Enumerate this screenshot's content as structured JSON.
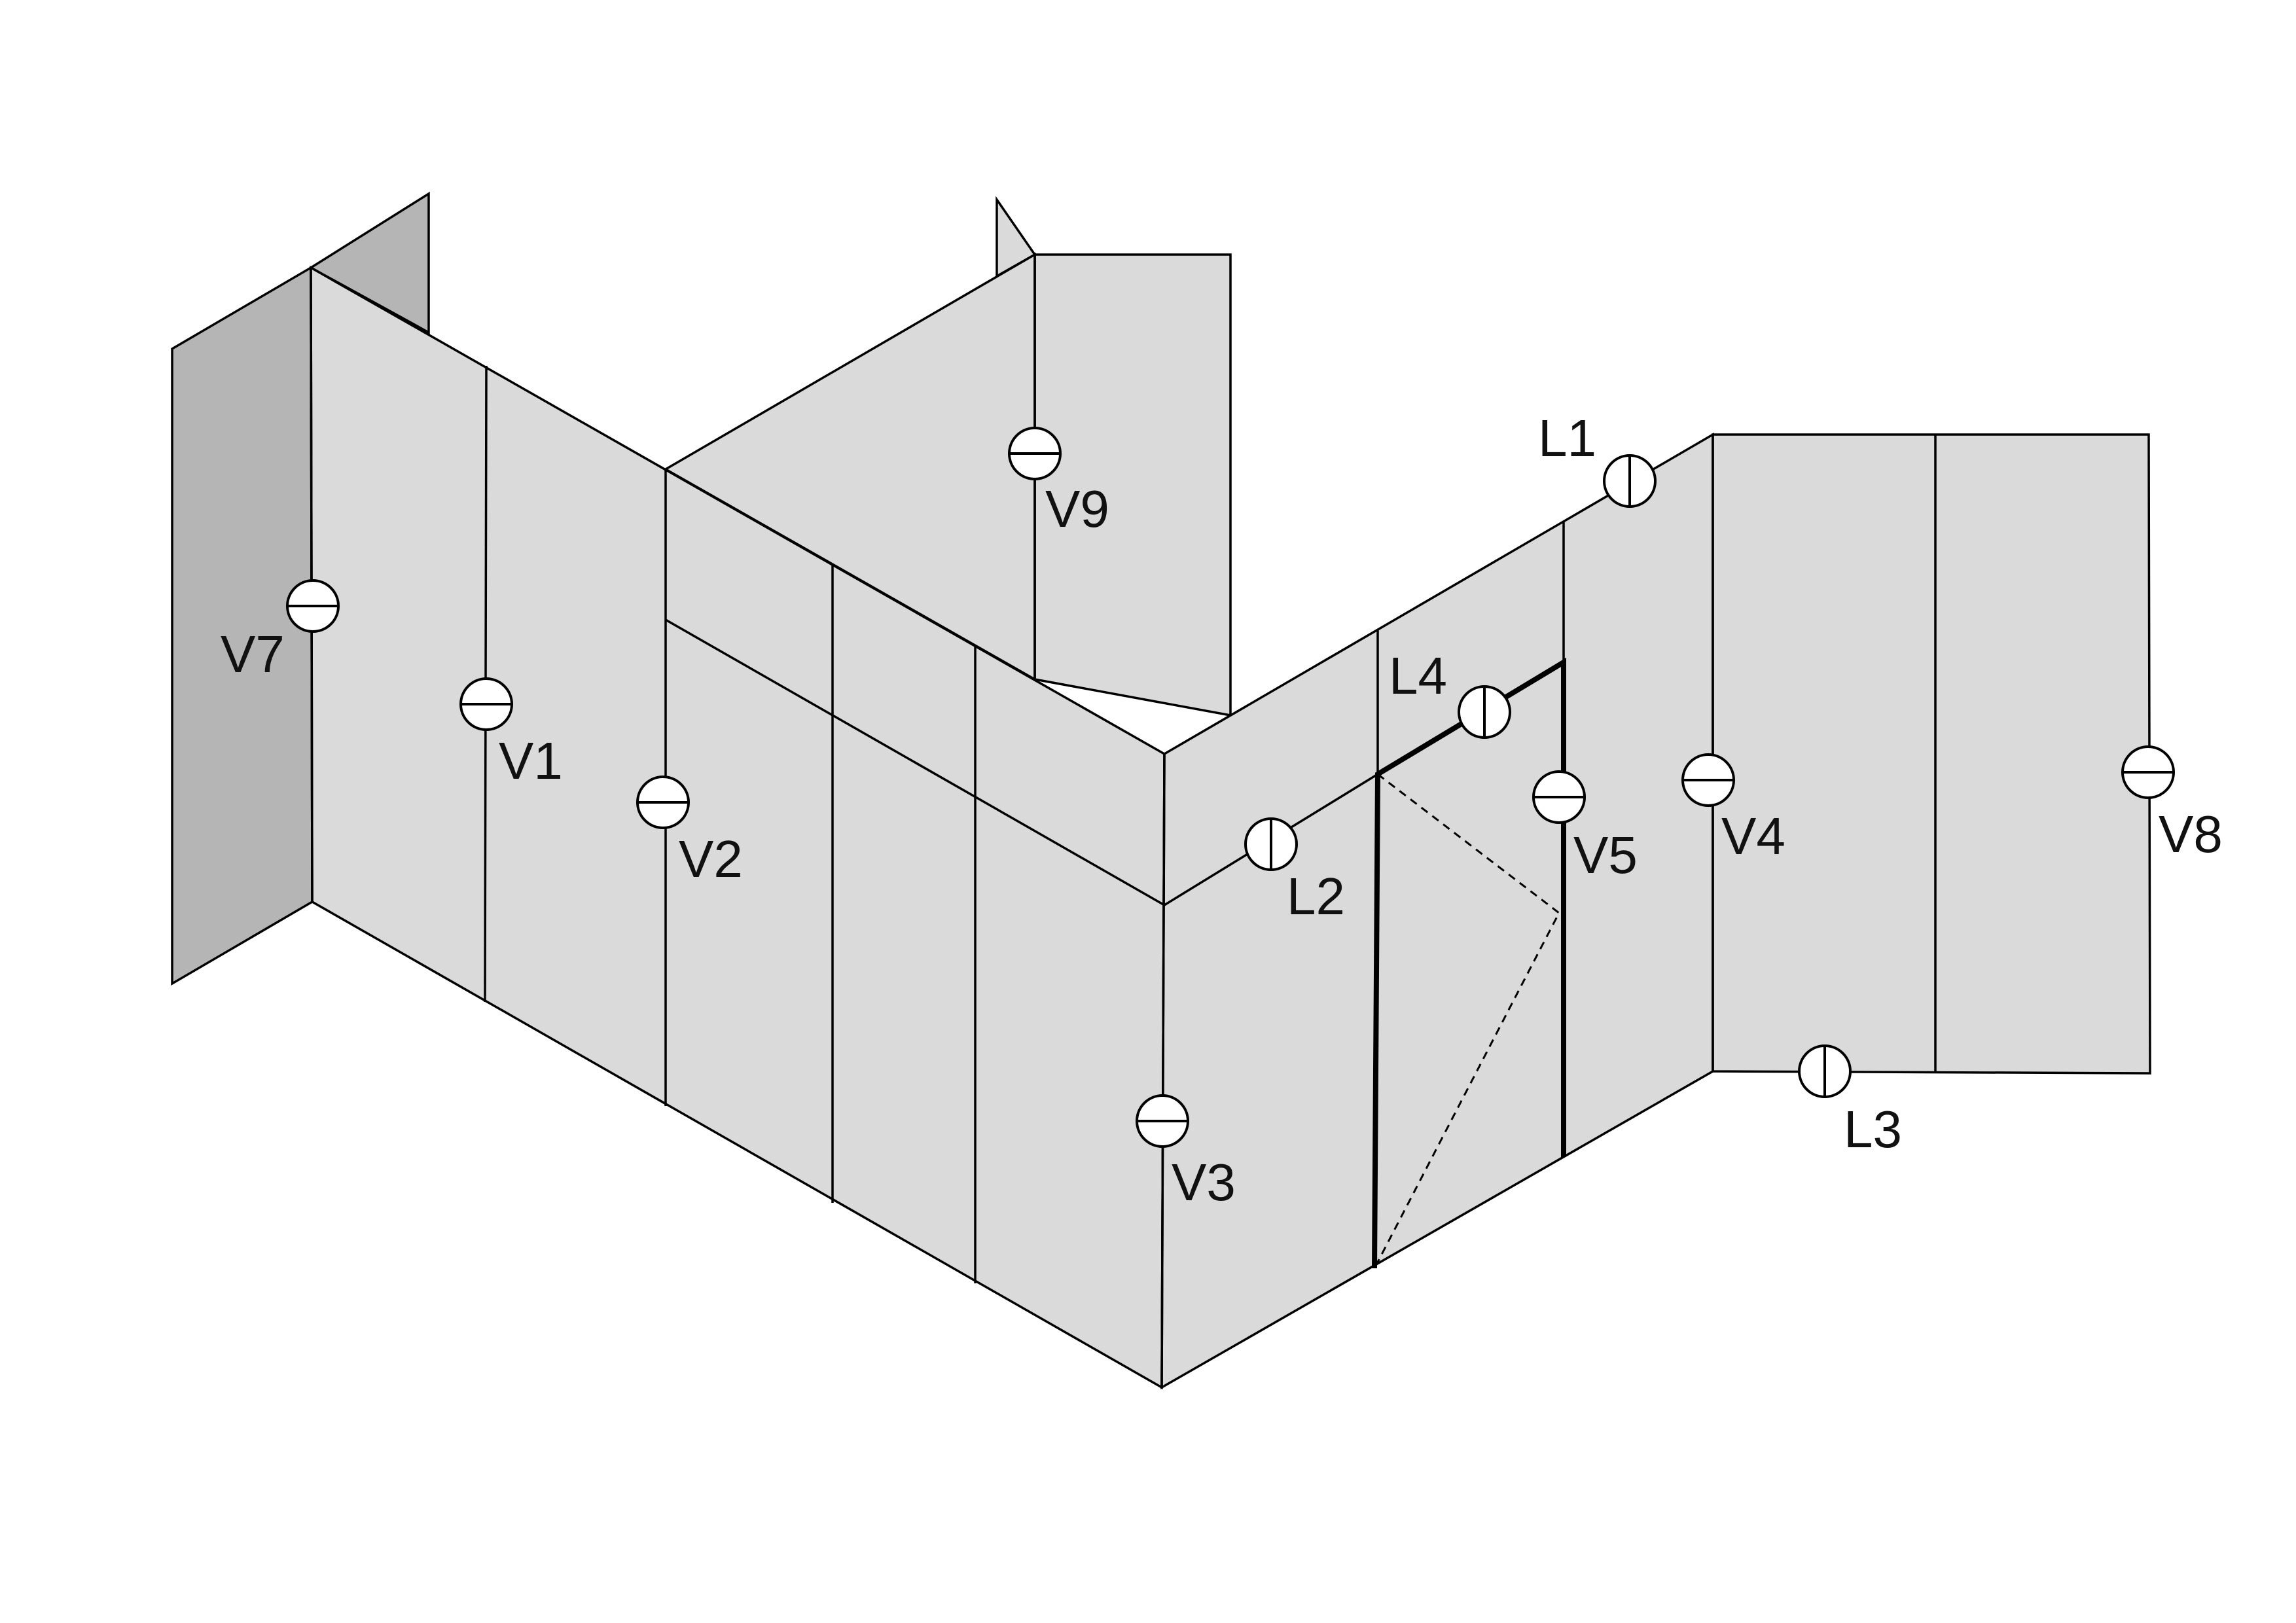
{
  "diagram": {
    "markers": [
      {
        "id": "V7",
        "label": "V7",
        "kind": "vertical-seam"
      },
      {
        "id": "V1",
        "label": "V1",
        "kind": "vertical-seam"
      },
      {
        "id": "V2",
        "label": "V2",
        "kind": "vertical-seam"
      },
      {
        "id": "V9",
        "label": "V9",
        "kind": "vertical-seam"
      },
      {
        "id": "V3",
        "label": "V3",
        "kind": "vertical-seam"
      },
      {
        "id": "L2",
        "label": "L2",
        "kind": "horizontal-seam"
      },
      {
        "id": "L4",
        "label": "L4",
        "kind": "horizontal-seam"
      },
      {
        "id": "L1",
        "label": "L1",
        "kind": "horizontal-seam"
      },
      {
        "id": "V5",
        "label": "V5",
        "kind": "vertical-seam"
      },
      {
        "id": "V4",
        "label": "V4",
        "kind": "vertical-seam"
      },
      {
        "id": "L3",
        "label": "L3",
        "kind": "horizontal-seam"
      },
      {
        "id": "V8",
        "label": "V8",
        "kind": "vertical-seam"
      }
    ],
    "colors": {
      "panel_fill": "#dadada",
      "end_panel_fill": "#b5b5b5",
      "line": "#000000",
      "marker_fill": "#ffffff"
    }
  }
}
